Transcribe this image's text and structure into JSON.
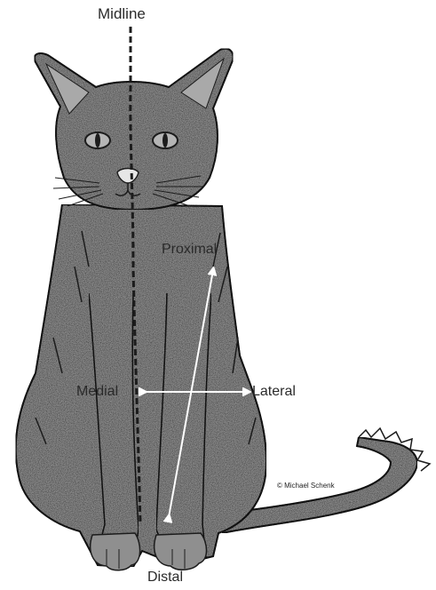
{
  "labels": {
    "midline": "Midline",
    "proximal": "Proximal",
    "medial": "Medial",
    "lateral": "Lateral",
    "distal": "Distal",
    "credit": "© Michael Schenk"
  },
  "colors": {
    "fur": "#8f8f8f",
    "outline": "#1c1c1c",
    "arrow": "#ffffff",
    "background": "#ffffff"
  }
}
